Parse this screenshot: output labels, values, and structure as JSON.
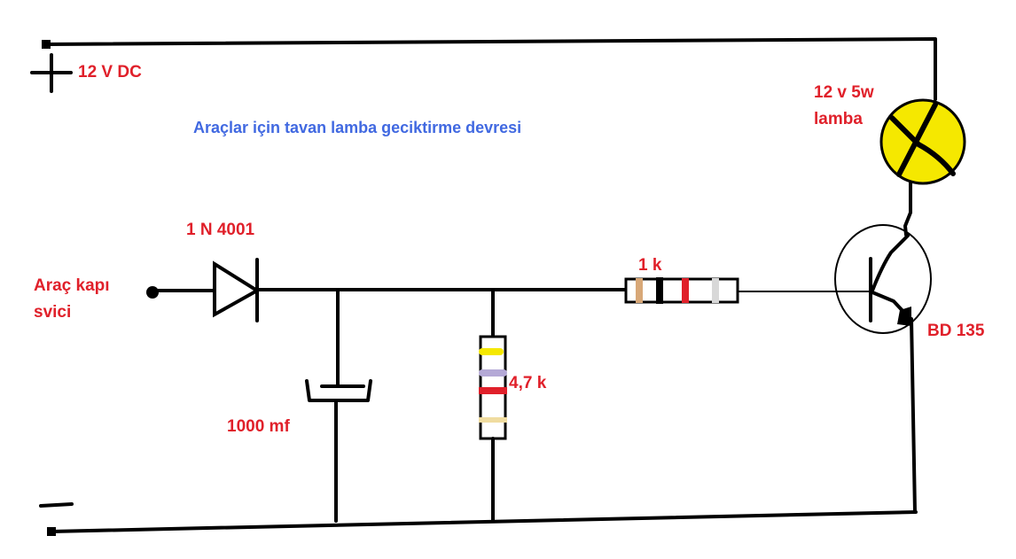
{
  "title": "Araçlar için tavan lamba geciktirme devresi",
  "labels": {
    "supply": "12 V DC",
    "lamp_line1": "12 v 5w",
    "lamp_line2": "lamba",
    "diode": "1 N 4001",
    "input_line1": "Araç kapı",
    "input_line2": "svici",
    "r_base": "1 k",
    "r_pulldown": "4,7 k",
    "capacitor": "1000 mf",
    "transistor": "BD 135"
  },
  "colors": {
    "label": "#e0202a",
    "title": "#4169e1",
    "lamp": "#f5e800",
    "r_pulldown_bands": [
      "#f5e800",
      "#b4a9d6",
      "#e0202a",
      "#f0dca0"
    ],
    "r_base_bands": [
      "#d8a878",
      "#000000",
      "#e0202a",
      "#d8d8d8"
    ]
  }
}
